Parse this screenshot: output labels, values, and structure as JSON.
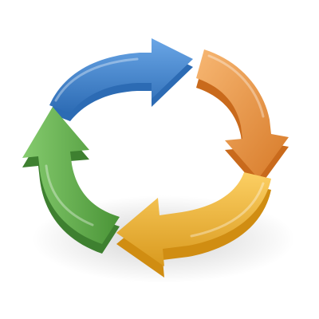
{
  "background": "#ffffff",
  "cycle_icon": {
    "name": "cycle-arrows-icon",
    "direction": "clockwise",
    "arrows": [
      {
        "name": "arrow-blue",
        "color": "#3f86d4",
        "dark": "#2c6bb4",
        "light": "#6aa6e6"
      },
      {
        "name": "arrow-orange",
        "color": "#f29a45",
        "dark": "#d77a28",
        "light": "#f7b773"
      },
      {
        "name": "arrow-yellow",
        "color": "#f8b934",
        "dark": "#d99a1f",
        "light": "#fccf63"
      },
      {
        "name": "arrow-green",
        "color": "#62b54b",
        "dark": "#4a9437",
        "light": "#85cb6e"
      }
    ]
  }
}
